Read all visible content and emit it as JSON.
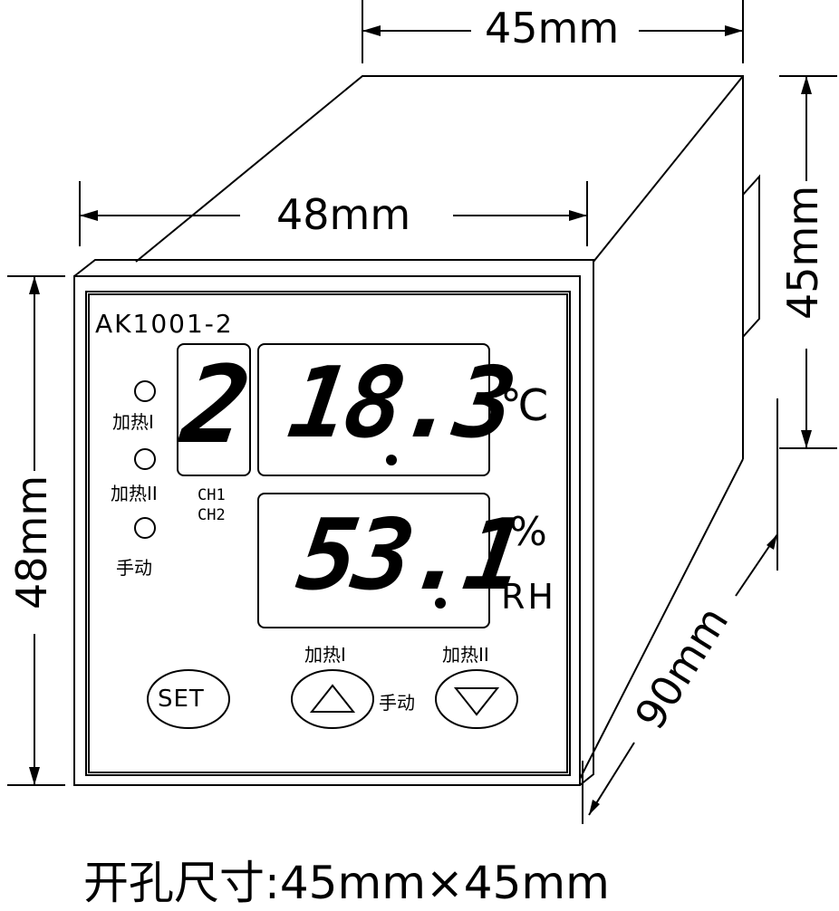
{
  "dimensions": {
    "top_width": "45mm",
    "front_width": "48mm",
    "front_height": "48mm",
    "side_height": "45mm",
    "depth": "90mm"
  },
  "device": {
    "model": "AK1001-2",
    "channel_digit": "2",
    "ch1_label": "CH1",
    "ch2_label": "CH2",
    "temperature": {
      "value": "18.3",
      "unit": "℃"
    },
    "humidity": {
      "value": "53.1",
      "unit_percent": "%",
      "unit_rh": "RH"
    },
    "indicators": [
      "加热I",
      "加热II",
      "手动"
    ],
    "buttons": {
      "set": "SET",
      "up_label": "加热I",
      "down_label": "加热II",
      "manual_label": "手动"
    }
  },
  "footer": {
    "label": "开孔尺寸:",
    "value": "45mm×45mm"
  }
}
